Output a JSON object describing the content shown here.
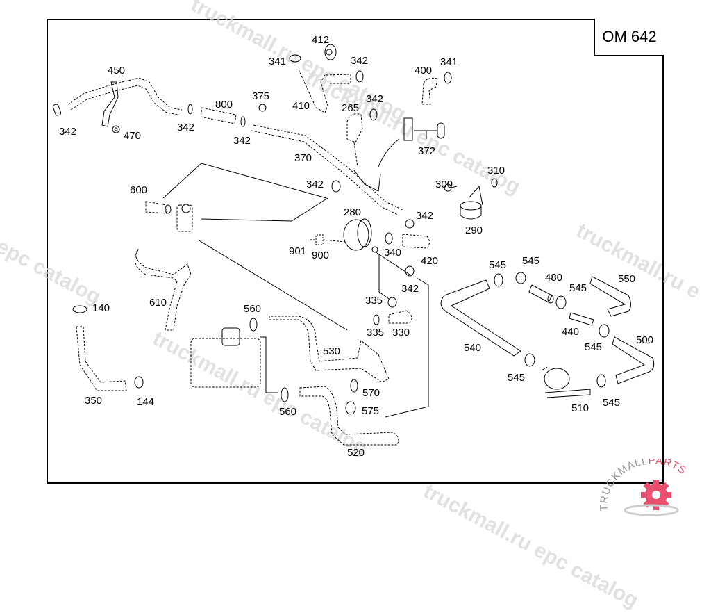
{
  "diagram": {
    "model": "OM 642",
    "callouts": [
      {
        "id": "c450",
        "text": "450"
      },
      {
        "id": "c342a",
        "text": "342"
      },
      {
        "id": "c470",
        "text": "470"
      },
      {
        "id": "c342b",
        "text": "342"
      },
      {
        "id": "c800",
        "text": "800"
      },
      {
        "id": "c342c",
        "text": "342"
      },
      {
        "id": "c375",
        "text": "375"
      },
      {
        "id": "c341a",
        "text": "341"
      },
      {
        "id": "c412",
        "text": "412"
      },
      {
        "id": "c342d",
        "text": "342"
      },
      {
        "id": "c410",
        "text": "410"
      },
      {
        "id": "c342e",
        "text": "342"
      },
      {
        "id": "c265",
        "text": "265"
      },
      {
        "id": "c400",
        "text": "400"
      },
      {
        "id": "c341b",
        "text": "341"
      },
      {
        "id": "c372",
        "text": "372"
      },
      {
        "id": "c370",
        "text": "370"
      },
      {
        "id": "c342f",
        "text": "342"
      },
      {
        "id": "c300",
        "text": "300"
      },
      {
        "id": "c310",
        "text": "310"
      },
      {
        "id": "c290",
        "text": "290"
      },
      {
        "id": "c600",
        "text": "600"
      },
      {
        "id": "c280",
        "text": "280"
      },
      {
        "id": "c342g",
        "text": "342"
      },
      {
        "id": "c901",
        "text": "901"
      },
      {
        "id": "c900",
        "text": "900"
      },
      {
        "id": "c340",
        "text": "340"
      },
      {
        "id": "c420",
        "text": "420"
      },
      {
        "id": "c342h",
        "text": "342"
      },
      {
        "id": "c610",
        "text": "610"
      },
      {
        "id": "c140",
        "text": "140"
      },
      {
        "id": "c335a",
        "text": "335"
      },
      {
        "id": "c335b",
        "text": "335"
      },
      {
        "id": "c330",
        "text": "330"
      },
      {
        "id": "c560a",
        "text": "560"
      },
      {
        "id": "c530",
        "text": "530"
      },
      {
        "id": "c570",
        "text": "570"
      },
      {
        "id": "c560b",
        "text": "560"
      },
      {
        "id": "c575",
        "text": "575"
      },
      {
        "id": "c520",
        "text": "520"
      },
      {
        "id": "c350",
        "text": "350"
      },
      {
        "id": "c144",
        "text": "144"
      },
      {
        "id": "c545a",
        "text": "545"
      },
      {
        "id": "c545b",
        "text": "545"
      },
      {
        "id": "c480",
        "text": "480"
      },
      {
        "id": "c545c",
        "text": "545"
      },
      {
        "id": "c550",
        "text": "550"
      },
      {
        "id": "c440",
        "text": "440"
      },
      {
        "id": "c545d",
        "text": "545"
      },
      {
        "id": "c500",
        "text": "500"
      },
      {
        "id": "c540",
        "text": "540"
      },
      {
        "id": "c545e",
        "text": "545"
      },
      {
        "id": "c510",
        "text": "510"
      },
      {
        "id": "c545f",
        "text": "545"
      }
    ]
  },
  "watermarks": [
    "truckmall.ru epc catalog",
    "truckmall.ru epc catalog",
    "truckmall.ru epc catalog",
    "truckmall.ru e",
    "l epc catalog",
    "truckmall.ru epc catalog"
  ],
  "logo": {
    "text_dark": "TRUCKMALL",
    "text_accent": "PARTS",
    "accent_color": "#e8506e"
  }
}
